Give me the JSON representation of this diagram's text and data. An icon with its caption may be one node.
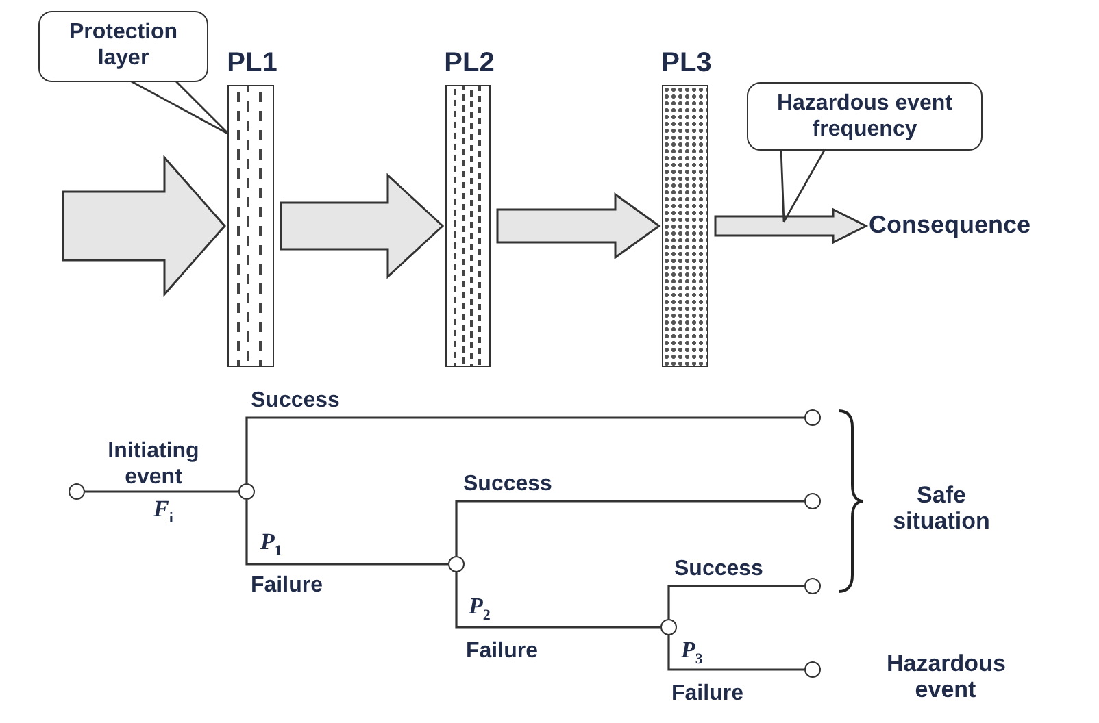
{
  "diagram": {
    "nodes": [
      {
        "text": [
          "Protection layer"
        ]
      },
      {
        "text": [
          "PL1"
        ]
      },
      {
        "text": [
          "PL2"
        ]
      },
      {
        "text": [
          "PL3"
        ]
      },
      {
        "text": [
          "Hazardous event frequency"
        ]
      },
      {
        "text": [
          "Consequence"
        ]
      },
      {
        "text": [],
        "shape": "circle"
      },
      {
        "text": [],
        "shape": "circle"
      },
      {
        "text": [],
        "shape": "circle"
      },
      {
        "text": [],
        "shape": "circle"
      },
      {
        "text": [],
        "shape": "circle"
      },
      {
        "text": [],
        "shape": "circle"
      },
      {
        "text": [],
        "shape": "circle"
      },
      {
        "text": [],
        "shape": "circle",
        "beside": [
          "Hazardous event"
        ]
      }
    ],
    "edges": [
      {
        "from": null,
        "to": 1,
        "arrow": "to",
        "style": "thick"
      },
      {
        "from": 1,
        "to": 2,
        "arrow": "to",
        "style": "thick"
      },
      {
        "from": 2,
        "to": 3,
        "arrow": "to",
        "style": "thick"
      },
      {
        "from": 3,
        "to": 5,
        "arrow": "to",
        "style": "thick"
      },
      {
        "from": 0,
        "to": 1,
        "arrow": "none"
      },
      {
        "from": 4,
        "to": null,
        "arrow": "none"
      },
      {
        "from": 6,
        "to": 7,
        "arrow": "none",
        "label": "Initiating event"
      },
      {
        "from": 7,
        "to": 8,
        "arrow": "none",
        "label": "Success"
      },
      {
        "from": 7,
        "to": 9,
        "arrow": "none",
        "label": "Failure"
      },
      {
        "from": 9,
        "to": 10,
        "arrow": "none",
        "label": "Success"
      },
      {
        "from": 9,
        "to": 11,
        "arrow": "none",
        "label": "Failure"
      },
      {
        "from": 11,
        "to": 12,
        "arrow": "none",
        "label": "Success"
      },
      {
        "from": 11,
        "to": 13,
        "arrow": "none",
        "label": "Failure"
      }
    ],
    "labels": [
      "*F*$_{i}$",
      "*P*$_{1}$",
      "Safe situation",
      "*P*$_{2}$",
      "*P*$_{3}$"
    ]
  }
}
